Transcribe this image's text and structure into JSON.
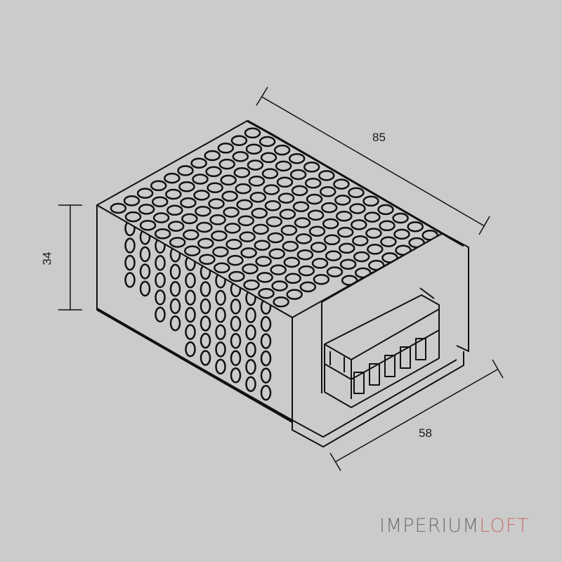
{
  "diagram": {
    "subject": "power-supply-unit-isometric",
    "background_color": "#cbcbcb",
    "line_color": "#111111",
    "dimensions": {
      "length": "85",
      "width": "58",
      "height": "34"
    }
  },
  "brand": {
    "part1": "IMPERIUM",
    "part2": "LOFT",
    "part1_color": "#6f6f6f",
    "part2_color": "#c87470"
  }
}
